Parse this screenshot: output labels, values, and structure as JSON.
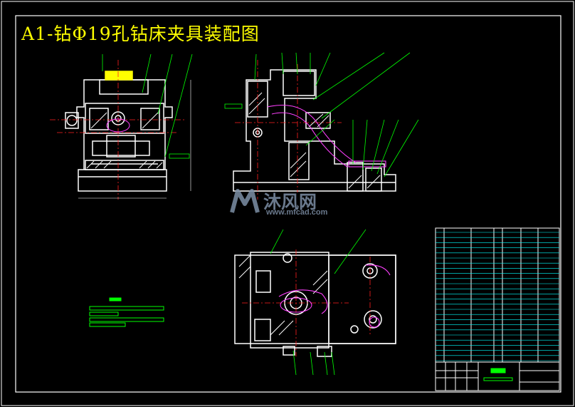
{
  "drawing": {
    "title": "A1-钻Φ19孔钻床夹具装配图"
  },
  "watermark": {
    "name": "沐风网",
    "url": "www.mfcad.com",
    "logo_icon": "mfcad-logo-icon"
  },
  "colors": {
    "background": "#000000",
    "outline": "#ffffff",
    "title": "#ffff00",
    "centerline": "#ff2020",
    "hatch_accent": "#ff40ff",
    "leader": "#00ff00",
    "table_lines": "#00ffff",
    "dimension": "#ffffff"
  }
}
